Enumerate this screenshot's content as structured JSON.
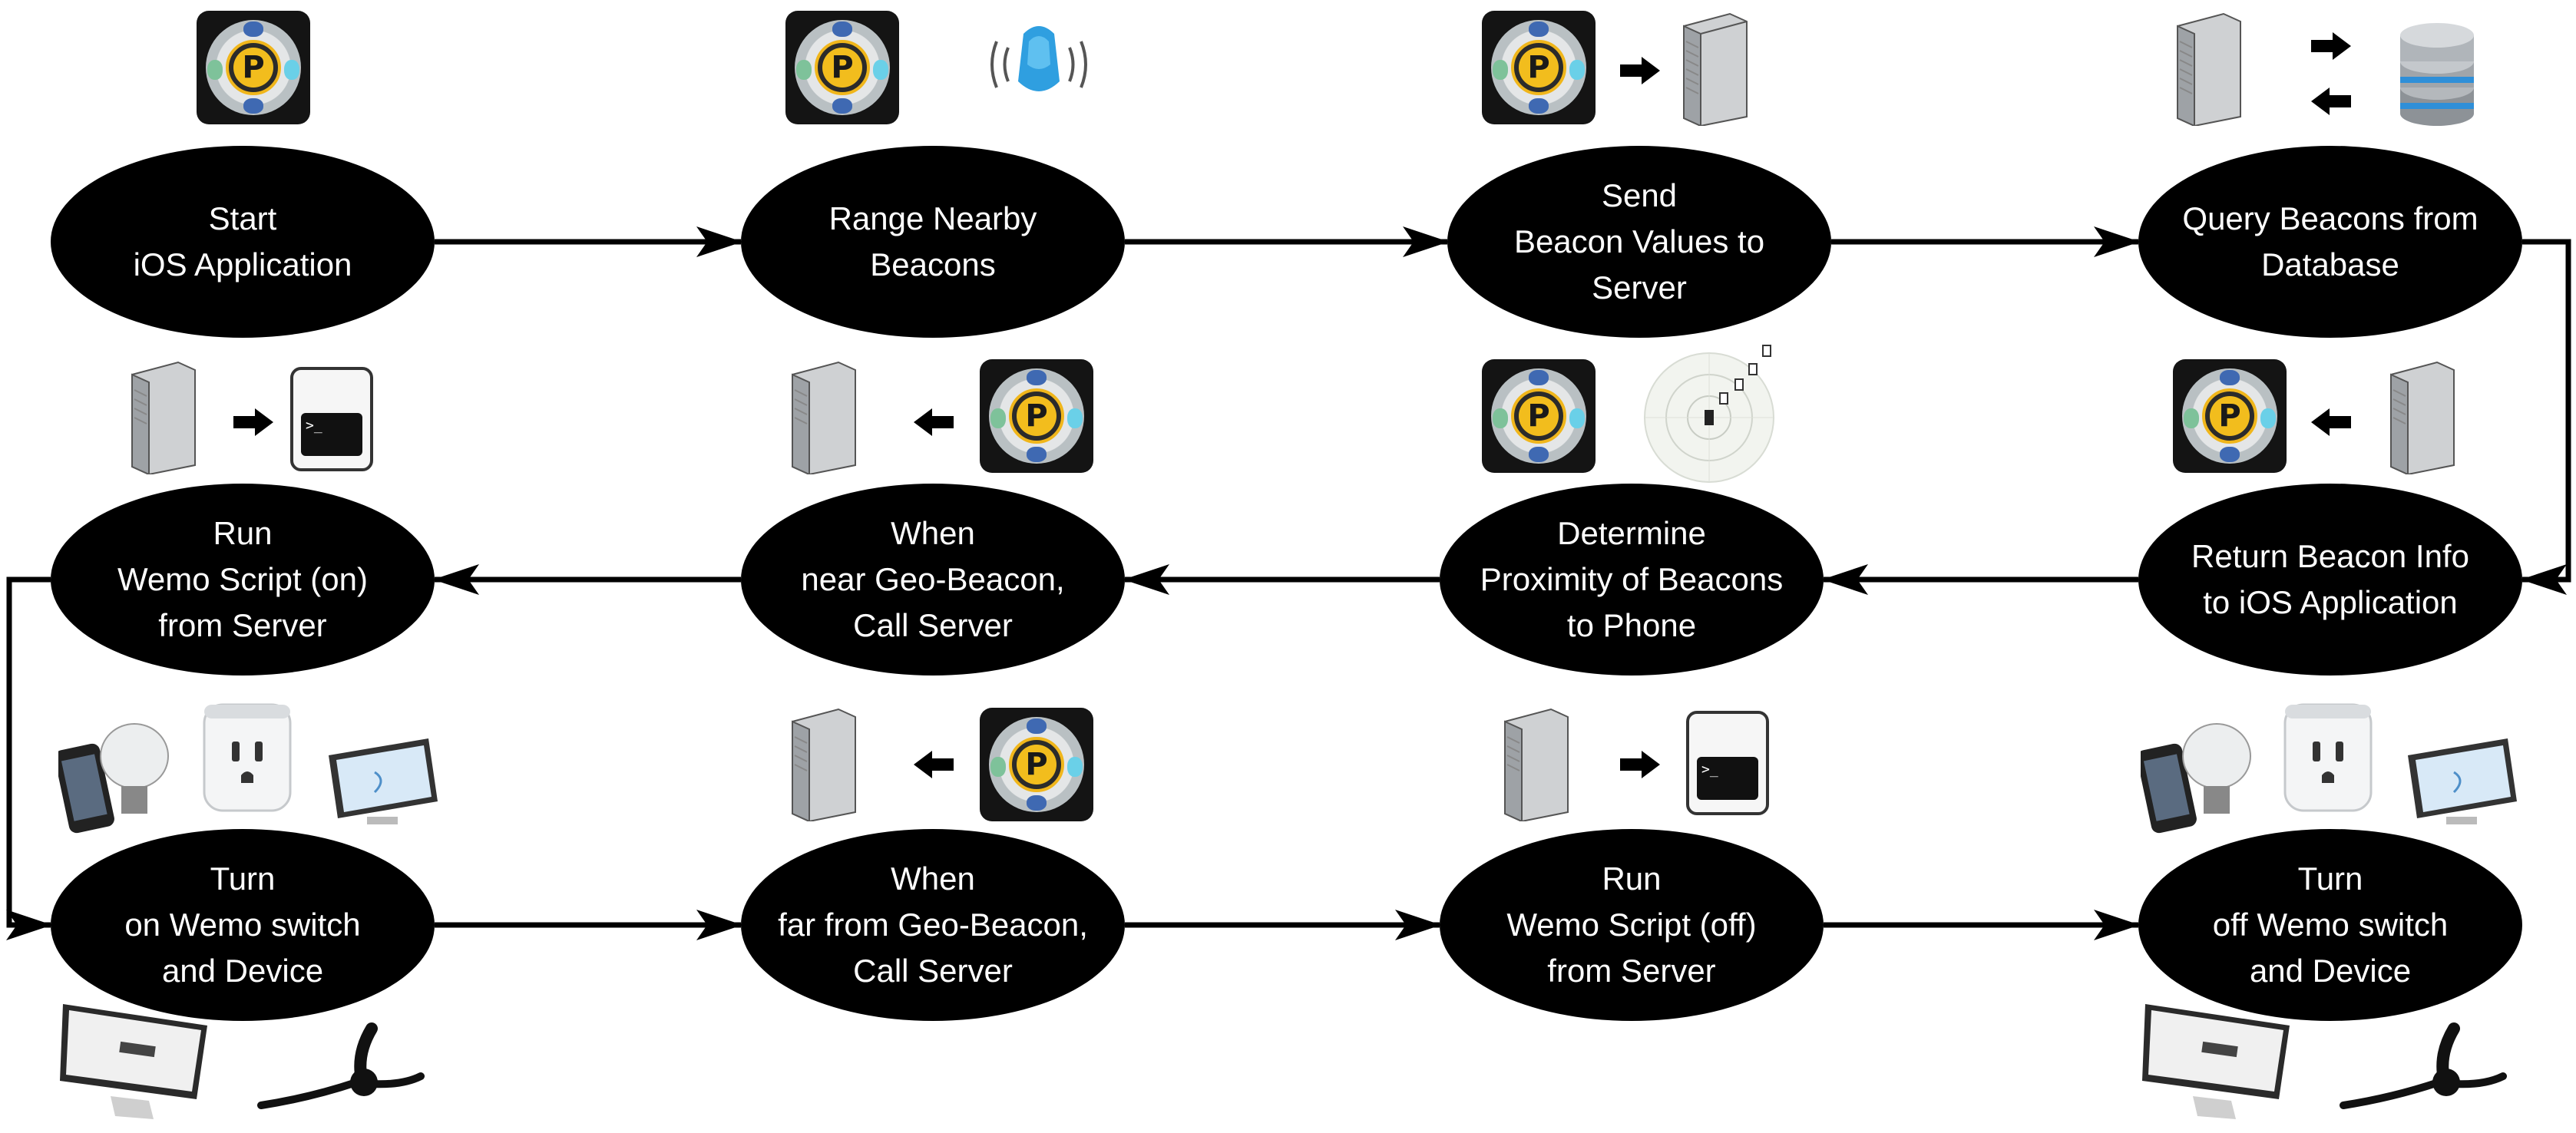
{
  "nodes": [
    {
      "id": "start-ios-application",
      "label": "Start\niOS Application"
    },
    {
      "id": "range-nearby-beacons",
      "label": "Range Nearby\nBeacons"
    },
    {
      "id": "send-beacon-values",
      "label": "Send\nBeacon Values to\nServer"
    },
    {
      "id": "query-beacons",
      "label": "Query Beacons from\nDatabase"
    },
    {
      "id": "return-beacon-info",
      "label": "Return Beacon Info\nto iOS Application"
    },
    {
      "id": "determine-proximity",
      "label": "Determine\nProximity of Beacons\nto Phone"
    },
    {
      "id": "when-near",
      "label": "When\nnear Geo-Beacon,\nCall Server"
    },
    {
      "id": "run-script-on",
      "label": "Run\nWemo Script (on)\nfrom Server"
    },
    {
      "id": "turn-on-switch",
      "label": "Turn\non Wemo switch\nand Device"
    },
    {
      "id": "when-far",
      "label": "When\nfar from Geo-Beacon,\nCall Server"
    },
    {
      "id": "run-script-off",
      "label": "Run\nWemo Script (off)\nfrom Server"
    },
    {
      "id": "turn-off-switch",
      "label": "Turn\noff Wemo switch\nand Device"
    }
  ],
  "edges": [
    {
      "from": "start-ios-application",
      "to": "range-nearby-beacons"
    },
    {
      "from": "range-nearby-beacons",
      "to": "send-beacon-values"
    },
    {
      "from": "send-beacon-values",
      "to": "query-beacons"
    },
    {
      "from": "query-beacons",
      "to": "return-beacon-info"
    },
    {
      "from": "return-beacon-info",
      "to": "determine-proximity"
    },
    {
      "from": "determine-proximity",
      "to": "when-near"
    },
    {
      "from": "when-near",
      "to": "run-script-on"
    },
    {
      "from": "run-script-on",
      "to": "turn-on-switch"
    },
    {
      "from": "turn-on-switch",
      "to": "when-far"
    },
    {
      "from": "when-far",
      "to": "run-script-off"
    },
    {
      "from": "run-script-off",
      "to": "turn-off-switch"
    }
  ],
  "icons": {
    "app": "p-app-icon",
    "beacon": "beacon-icon",
    "server": "server-icon",
    "database": "database-icon",
    "terminal": "terminal-icon",
    "radar": "proximity-radar-icon",
    "bulb": "smart-bulb-icon",
    "phone": "smartphone-icon",
    "plug": "wemo-plug-icon",
    "tablet": "tablet-icon",
    "monitor": "monitor-icon",
    "fan": "ceiling-fan-icon"
  },
  "terminal_prompt": ">_",
  "app_mark": "P",
  "colors": {
    "node_fill": "#000000",
    "node_text": "#ffffff",
    "connector": "#000000",
    "beacon": "#2f9fe0",
    "app_yellow": "#f2bd1d"
  }
}
